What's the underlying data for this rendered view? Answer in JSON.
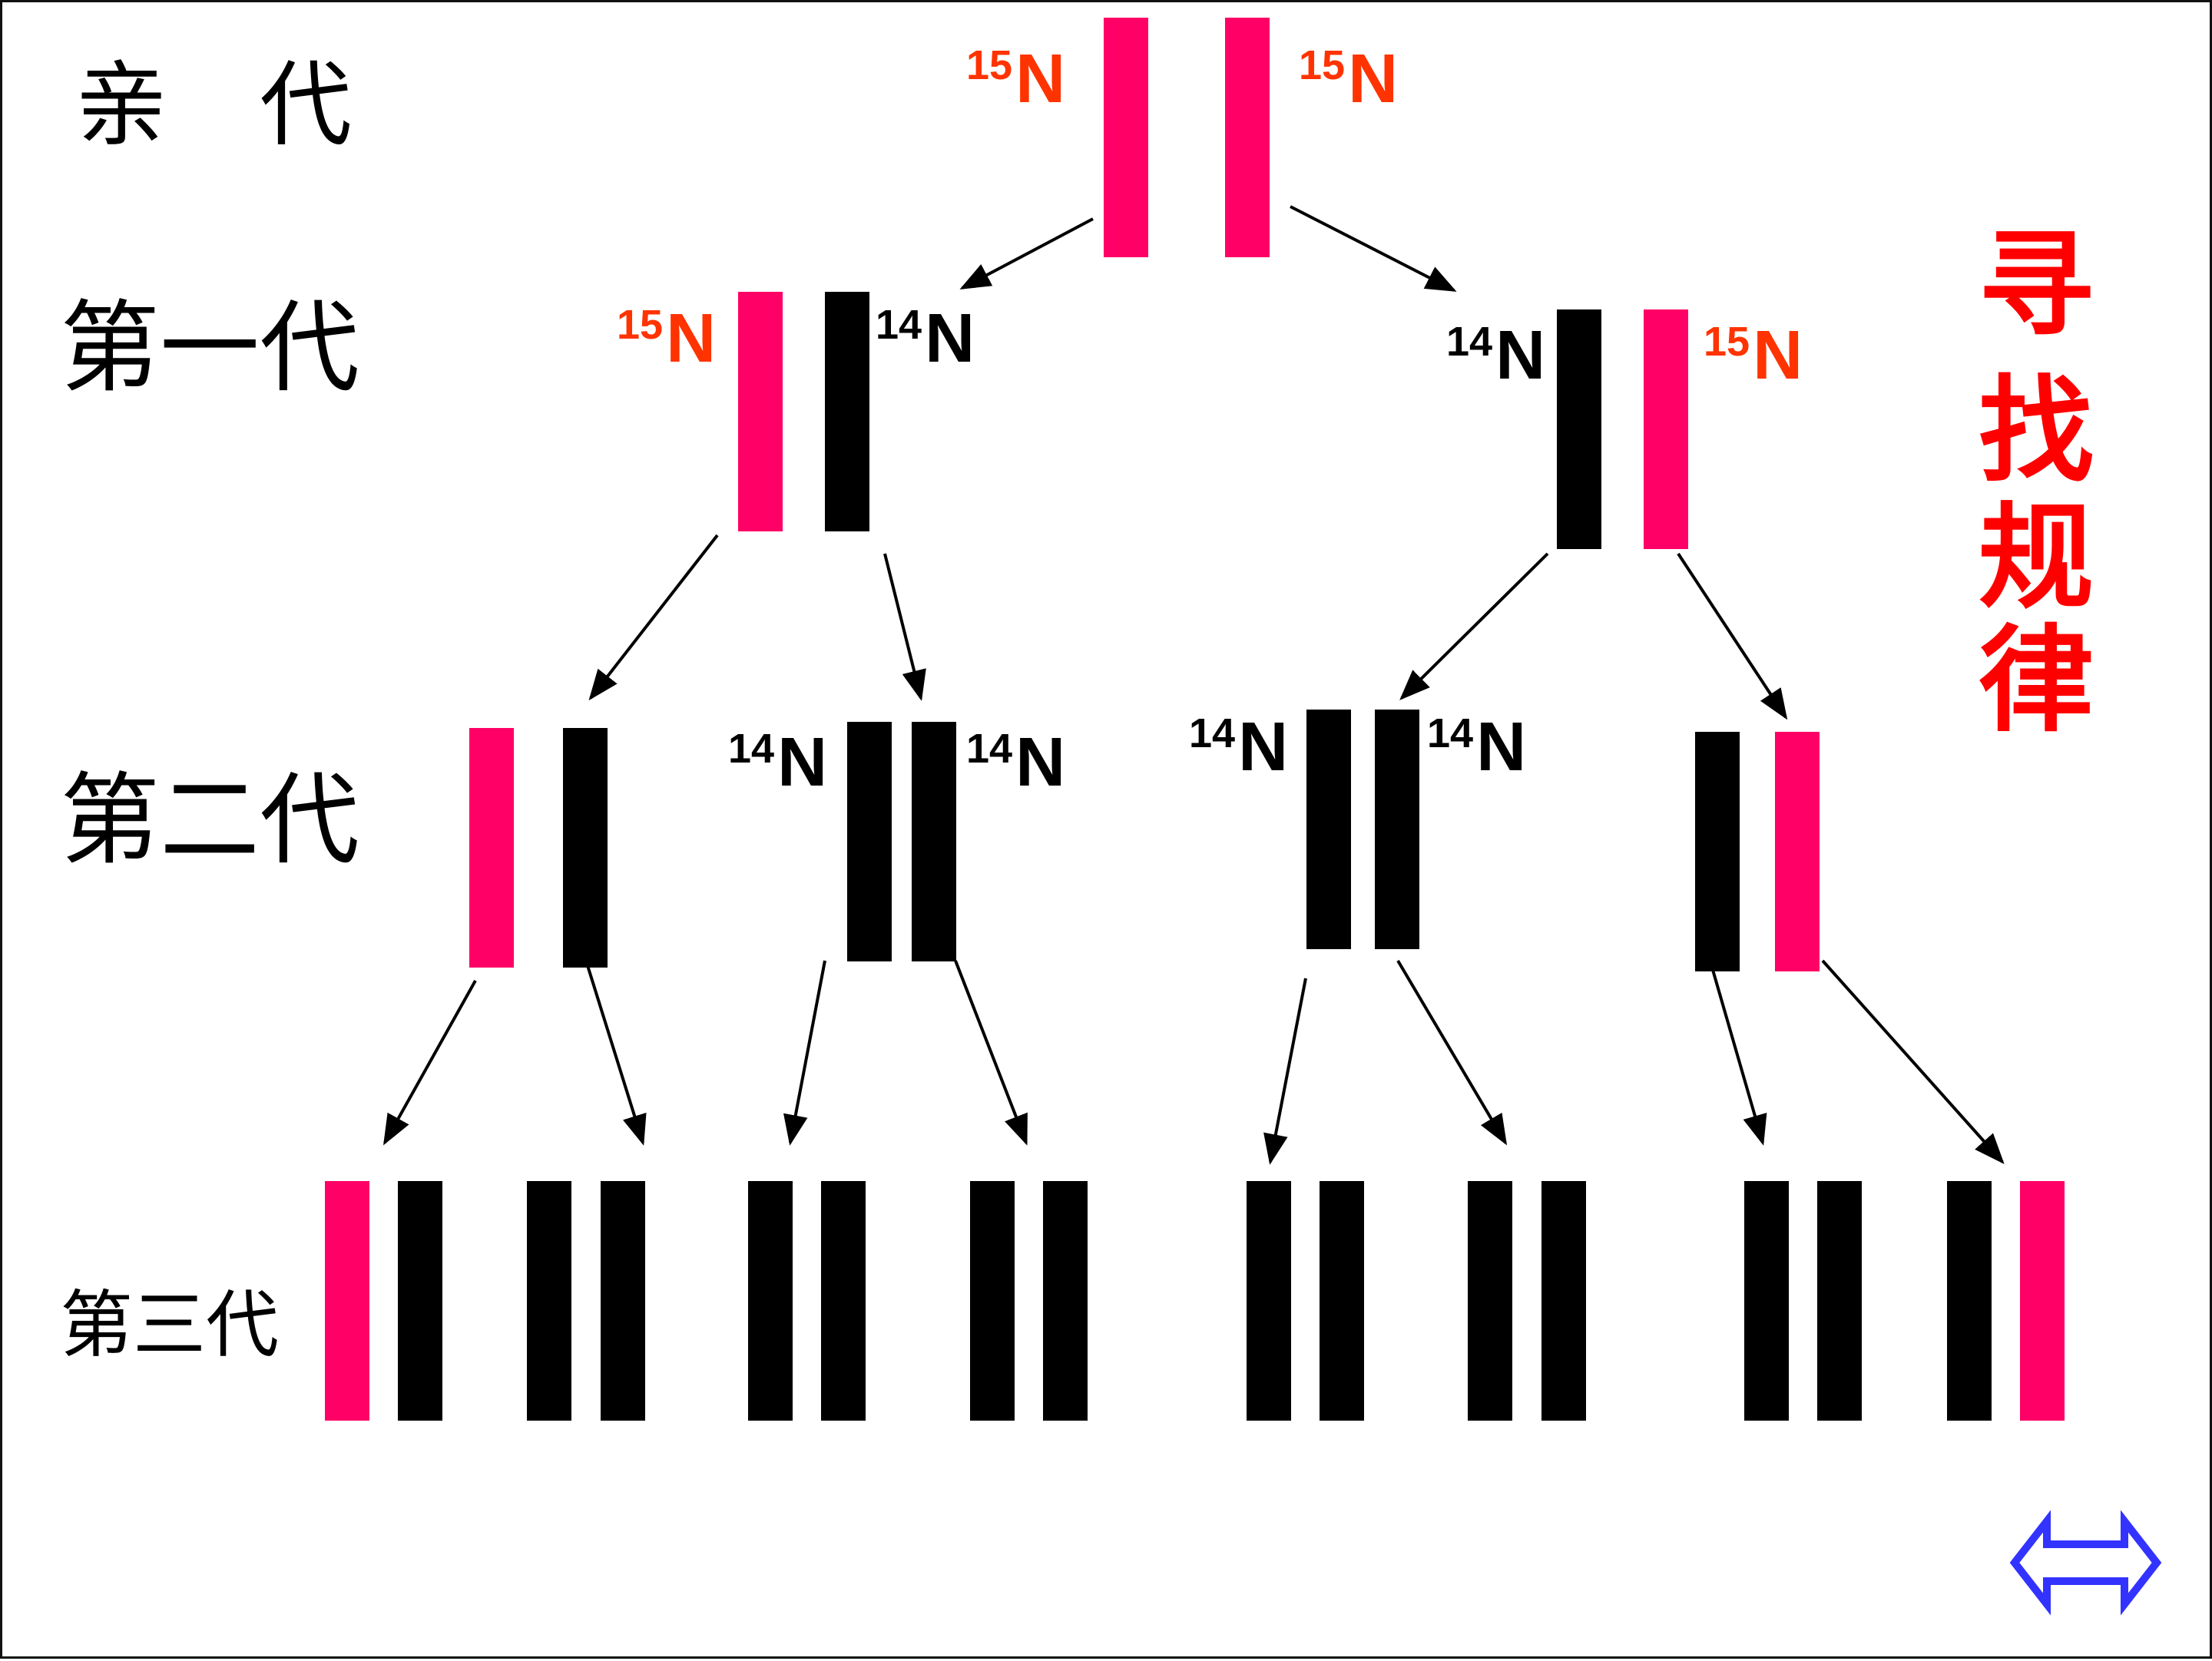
{
  "colors": {
    "n15_strand": "#ff0066",
    "n14_strand": "#000000",
    "n15_label": "#ff3300",
    "n14_label": "#000000",
    "title": "#ff0000",
    "nav_arrow": "#3333ff",
    "arrow": "#000000"
  },
  "generations": {
    "parent": "亲　代",
    "first": "第一代",
    "second": "第二代",
    "third": "第三代"
  },
  "isotopes": {
    "n15": {
      "mass": "15",
      "symbol": "N"
    },
    "n14": {
      "mass": "14",
      "symbol": "N"
    }
  },
  "title_chars": [
    "寻",
    "找",
    "规",
    "律"
  ],
  "molecules": {
    "parent": [
      [
        "15",
        "15"
      ]
    ],
    "gen1": [
      [
        "15",
        "14"
      ],
      [
        "14",
        "15"
      ]
    ],
    "gen2": [
      [
        "15",
        "14"
      ],
      [
        "14",
        "14"
      ],
      [
        "14",
        "14"
      ],
      [
        "14",
        "15"
      ]
    ],
    "gen3": [
      [
        "15",
        "14"
      ],
      [
        "14",
        "14"
      ],
      [
        "14",
        "14"
      ],
      [
        "14",
        "14"
      ],
      [
        "14",
        "14"
      ],
      [
        "14",
        "14"
      ],
      [
        "14",
        "14"
      ],
      [
        "14",
        "15"
      ]
    ]
  },
  "nav": {
    "icon": "double-arrow-icon"
  }
}
